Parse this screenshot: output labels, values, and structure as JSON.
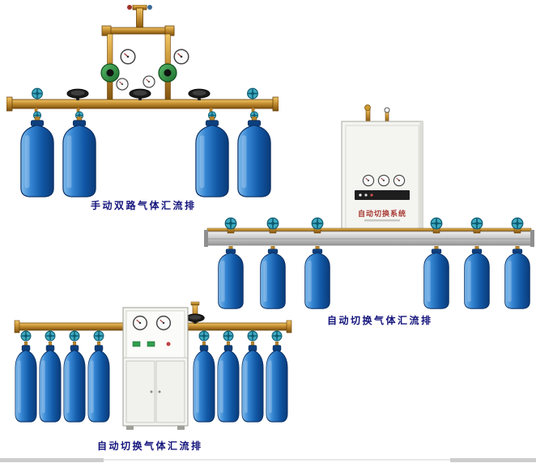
{
  "page": {
    "background": "#ffffff"
  },
  "colors": {
    "caption_text": "#14147c",
    "cylinder_blue": "#1565b8",
    "brass_pipe": "#c08a2e",
    "teal_valve": "#2a9ab0",
    "rail_silver": "#c6c6c6",
    "cabinet_white": "#f4f4f1",
    "regulator_green": "#2e8b3a",
    "cabinet_label_red": "#a83a32"
  },
  "scenes": {
    "manual_dual": {
      "caption": "手动双路气体汇流排",
      "cylinder_count": 4
    },
    "auto_switch_wall": {
      "caption": "自动切换气体汇流排",
      "cabinet_label": "自动切换系统",
      "cylinder_count": 6
    },
    "auto_switch_floor": {
      "caption": "自动切换气体汇流排",
      "cylinder_count": 8
    }
  }
}
